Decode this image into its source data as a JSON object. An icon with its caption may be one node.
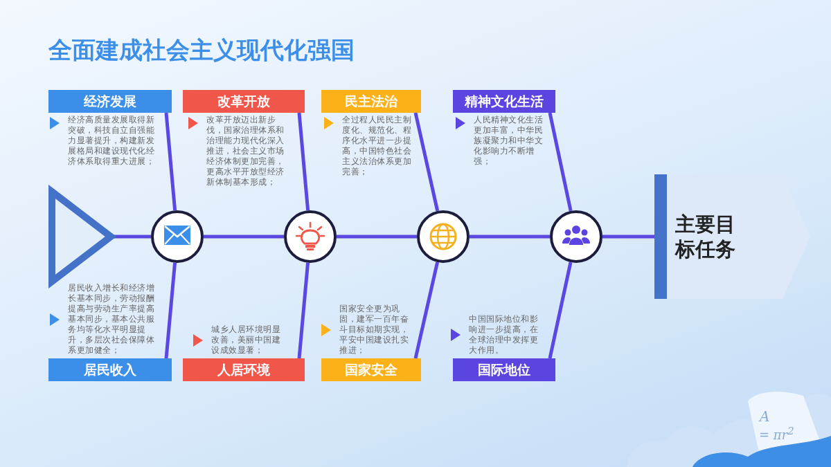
{
  "diagram": {
    "title": "全面建成社会主义现代化强国",
    "nodes": [
      {
        "text": [
          "经济发展"
        ],
        "beside": [
          "经济高质量发展取得新突破，科技自立自强能力显著提升，构建新发展格局和建设现代化经济体系取得重大进展；"
        ]
      },
      {
        "text": [
          "改革开放"
        ],
        "beside": [
          "改革开放迈出新步伐，国家治理体系和治理能力现代化深入推进，社会主义市场经济体制更加完善，更高水平开放型经济新体制基本形成；"
        ]
      },
      {
        "text": [
          "民主法治"
        ],
        "beside": [
          "全过程人民民主制度化、规范化、程序化水平进一步提高，中国特色社会主义法治体系更加完善；"
        ]
      },
      {
        "text": [
          "精神文化生活"
        ],
        "beside": [
          "人民精神文化生活更加丰富，中华民族凝聚力和中华文化影响力不断增强；"
        ]
      },
      {
        "text": [],
        "shape": "triangle"
      },
      {
        "text": [],
        "shape": "circle"
      },
      {
        "text": [],
        "shape": "circle"
      },
      {
        "text": [],
        "shape": "circle"
      },
      {
        "text": [],
        "shape": "circle"
      },
      {
        "text": [
          "主要目标任务"
        ]
      },
      {
        "text": [
          "居民收入"
        ],
        "beside": [
          "居民收入增长和经济增长基本同步，劳动报酬提高与劳动生产率提高基本同步，基本公共服务均等化水平明显提升，多层次社会保障体系更加健全；"
        ]
      },
      {
        "text": [
          "人居环境"
        ],
        "beside": [
          "城乡人居环境明显改善，美丽中国建设成效显著；"
        ]
      },
      {
        "text": [
          "国家安全"
        ],
        "beside": [
          "国家安全更为巩固，建军一百年奋斗目标如期实现，平安中国建设扎实推进；"
        ]
      },
      {
        "text": [
          "国际地位"
        ],
        "beside": [
          "中国国际地位和影响进一步提高，在全球治理中发挥更大作用。"
        ]
      }
    ],
    "edges": [
      {
        "from": 4,
        "to": 5,
        "arrow": "none"
      },
      {
        "from": 5,
        "to": 6,
        "arrow": "none"
      },
      {
        "from": 6,
        "to": 7,
        "arrow": "none"
      },
      {
        "from": 7,
        "to": 8,
        "arrow": "none"
      },
      {
        "from": 8,
        "to": 9,
        "arrow": "none"
      },
      {
        "from": 0,
        "to": 5,
        "arrow": "none"
      },
      {
        "from": 1,
        "to": 6,
        "arrow": "none"
      },
      {
        "from": 2,
        "to": 7,
        "arrow": "none"
      },
      {
        "from": 3,
        "to": 8,
        "arrow": "none"
      },
      {
        "from": 10,
        "to": 5,
        "arrow": "none"
      },
      {
        "from": 11,
        "to": 6,
        "arrow": "none"
      },
      {
        "from": 12,
        "to": 7,
        "arrow": "none"
      },
      {
        "from": 13,
        "to": 8,
        "arrow": "none"
      }
    ],
    "labels": [
      "A",
      "= πr$^{2}$"
    ]
  }
}
